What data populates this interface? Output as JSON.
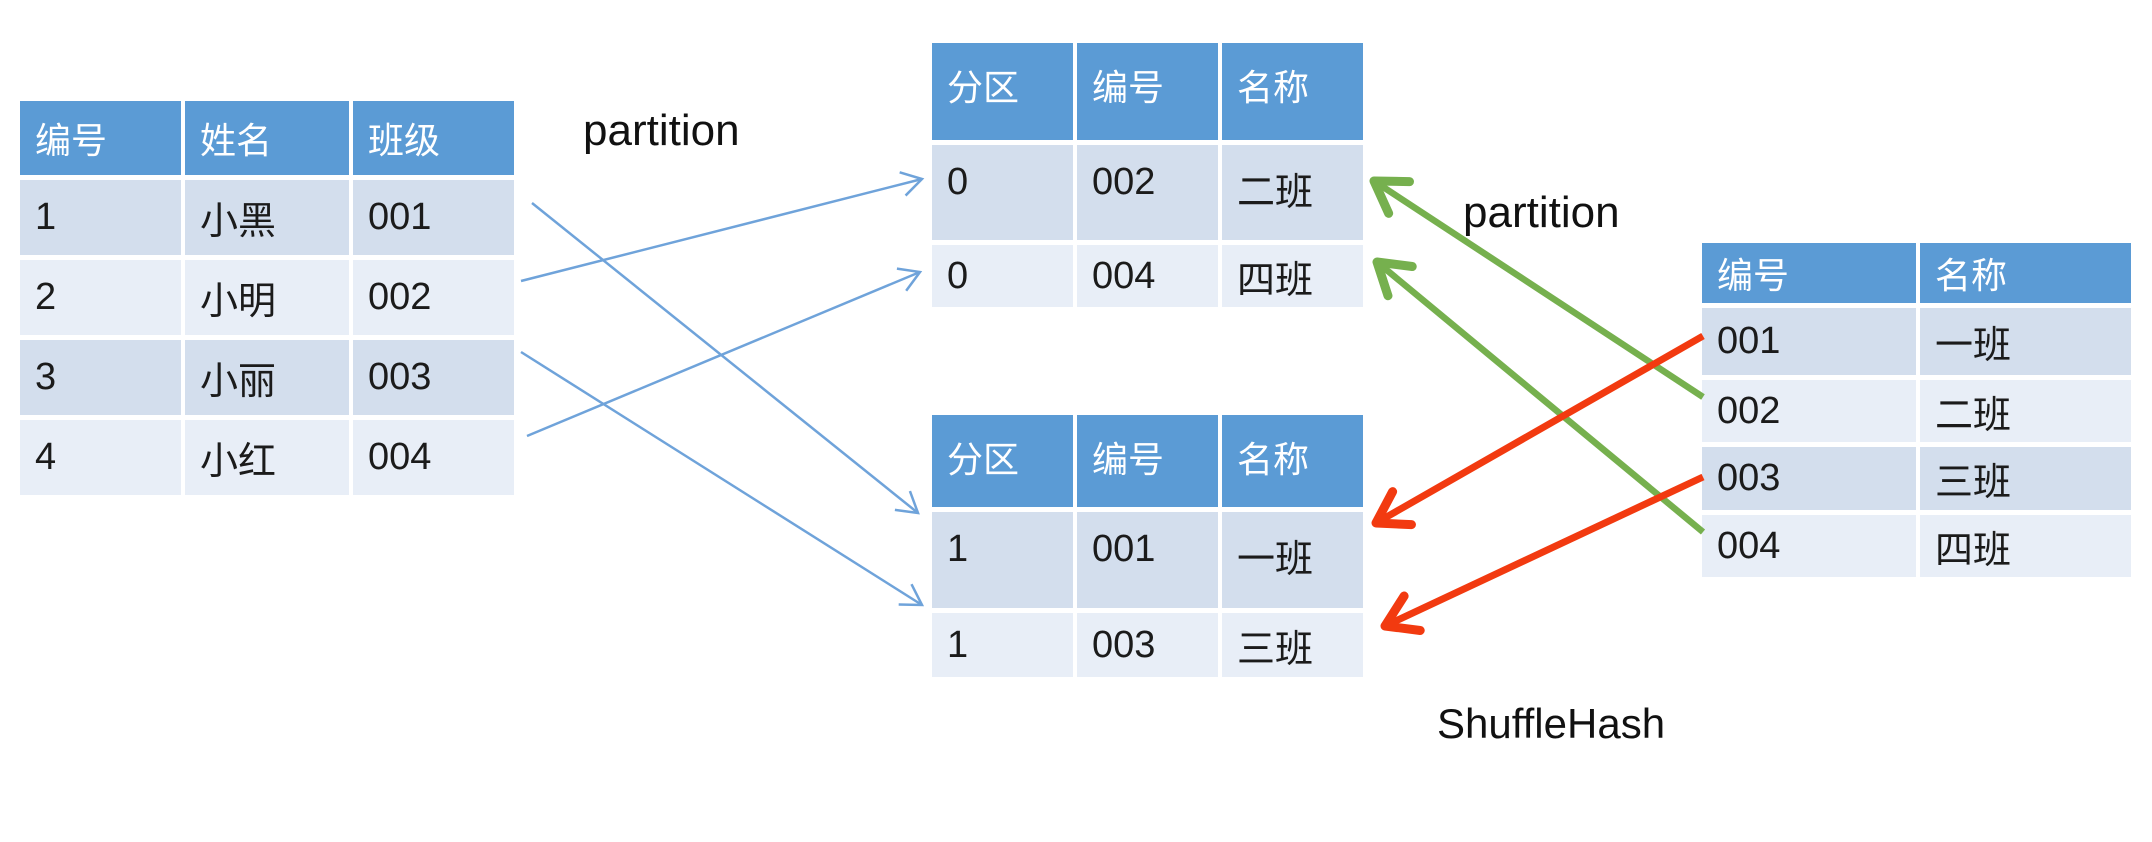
{
  "labels": {
    "partition_left": "partition",
    "partition_right": "partition",
    "shuffle_hash": "ShuffleHash"
  },
  "colors": {
    "header_blue": "#5B9BD5",
    "row_odd": "#D3DEED",
    "row_even": "#E8EEF7",
    "blue_arrow": "#6FA3DA",
    "green_arrow": "#76B04E",
    "red_arrow": "#F23A10"
  },
  "tables": {
    "left": {
      "headers": [
        "编号",
        "姓名",
        "班级"
      ],
      "rows": [
        [
          "1",
          "小黑",
          "001"
        ],
        [
          "2",
          "小明",
          "002"
        ],
        [
          "3",
          "小丽",
          "003"
        ],
        [
          "4",
          "小红",
          "004"
        ]
      ]
    },
    "partition0": {
      "headers": [
        "分区",
        "编号",
        "名称"
      ],
      "rows": [
        [
          "0",
          "002",
          "二班"
        ],
        [
          "0",
          "004",
          "四班"
        ]
      ]
    },
    "partition1": {
      "headers": [
        "分区",
        "编号",
        "名称"
      ],
      "rows": [
        [
          "1",
          "001",
          "一班"
        ],
        [
          "1",
          "003",
          "三班"
        ]
      ]
    },
    "right": {
      "headers": [
        "编号",
        "名称"
      ],
      "rows": [
        [
          "001",
          "一班"
        ],
        [
          "002",
          "二班"
        ],
        [
          "003",
          "三班"
        ],
        [
          "004",
          "四班"
        ]
      ]
    }
  },
  "connections": {
    "blue": [
      {
        "from": "left row 班级=002",
        "to": "partition0 row 编号=002"
      },
      {
        "from": "left row 班级=004",
        "to": "partition0 row 编号=004"
      },
      {
        "from": "left row 班级=001",
        "to": "partition1 row 编号=001"
      },
      {
        "from": "left row 班级=003",
        "to": "partition1 row 编号=003"
      }
    ],
    "green": [
      {
        "from": "right row 编号=002",
        "to": "partition0 row 名称=二班"
      },
      {
        "from": "right row 编号=004",
        "to": "partition0 row 名称=四班"
      }
    ],
    "red": [
      {
        "from": "right row 编号=001",
        "to": "partition1 row 名称=一班"
      },
      {
        "from": "right row 编号=003",
        "to": "partition1 row 名称=三班"
      }
    ]
  }
}
